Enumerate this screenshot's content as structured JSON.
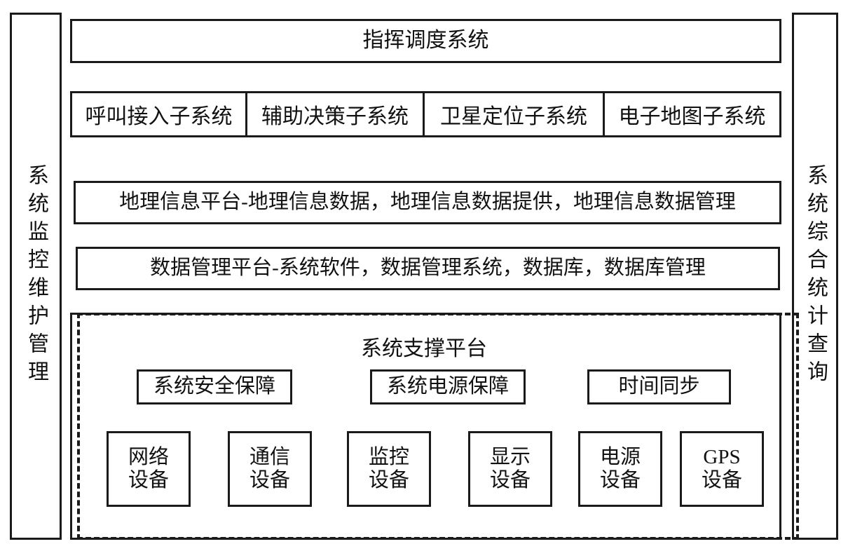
{
  "diagram": {
    "title": "指挥调度系统",
    "left_pillar": "系统监控维护管理",
    "right_pillar": "系统综合统计查询",
    "subsystems": [
      {
        "label": "呼叫接入子系统"
      },
      {
        "label": "辅助决策子系统"
      },
      {
        "label": "卫星定位子系统"
      },
      {
        "label": "电子地图子系统"
      }
    ],
    "platforms": [
      {
        "label": "地理信息平台-地理信息数据，地理信息数据提供，地理信息数据管理"
      },
      {
        "label": "数据管理平台-系统软件，数据管理系统，数据库，数据库管理"
      }
    ],
    "support_platform": {
      "title": "系统支撑平台",
      "guarantees": [
        {
          "label": "系统安全保障"
        },
        {
          "label": "系统电源保障"
        },
        {
          "label": "时间同步"
        }
      ],
      "devices": [
        {
          "line1": "网络",
          "line2": "设备"
        },
        {
          "line1": "通信",
          "line2": "设备"
        },
        {
          "line1": "监控",
          "line2": "设备"
        },
        {
          "line1": "显示",
          "line2": "设备"
        },
        {
          "line1": "电源",
          "line2": "设备"
        },
        {
          "line1": "GPS",
          "line2": "设备"
        }
      ]
    },
    "colors": {
      "stroke": "#1a1a1a",
      "background": "#ffffff",
      "text": "#111111"
    }
  }
}
